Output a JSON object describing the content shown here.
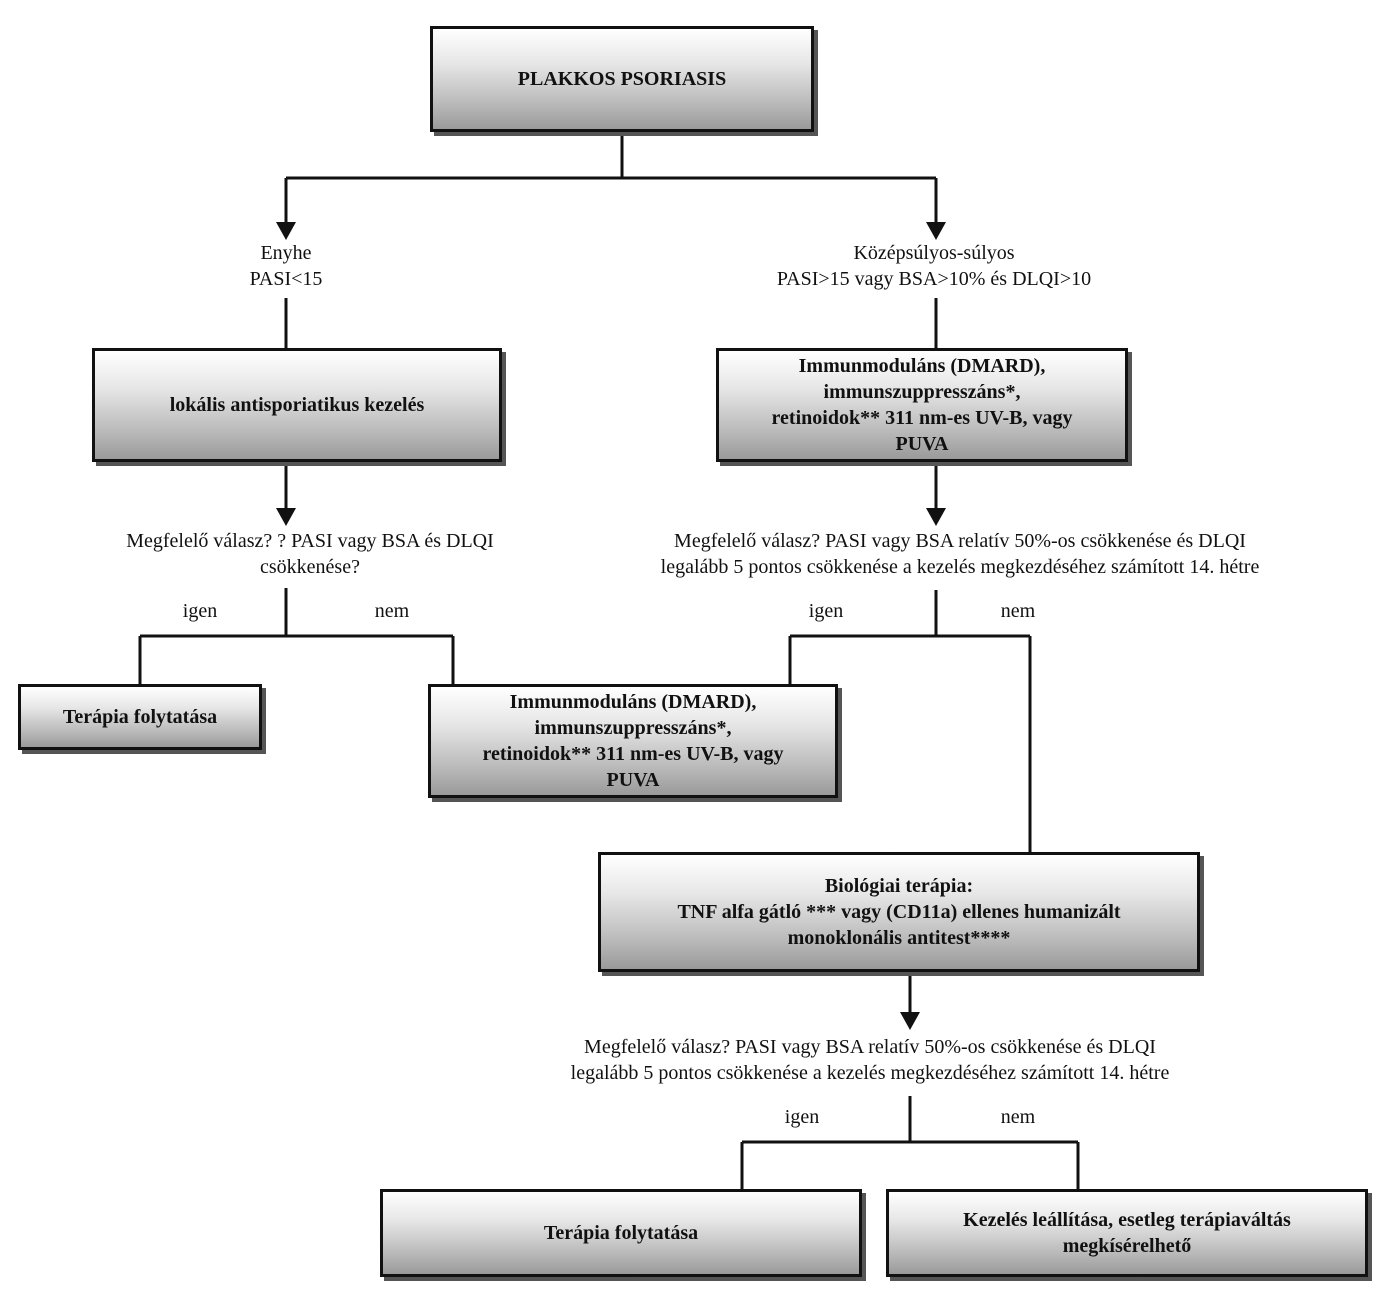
{
  "root": {
    "label": "PLAKKOS PSORIASIS"
  },
  "mild": {
    "title": "Enyhe",
    "criteria": "PASI<15"
  },
  "severe": {
    "title": "Középsúlyos-súlyos",
    "criteria": "PASI>15 vagy BSA>10% és DLQI>10"
  },
  "local_treatment": {
    "label": "lokális antisporiatikus kezelés"
  },
  "systemic_treatment": {
    "lines": [
      "Immunmoduláns (DMARD),",
      "immunszuppresszáns*,",
      "retinoidok** 311 nm-es UV-B, vagy",
      "PUVA"
    ]
  },
  "question_left": {
    "lines": [
      "Megfelelő válasz? ? PASI vagy BSA és DLQI",
      "csökkenése?"
    ]
  },
  "question_right": {
    "lines": [
      "Megfelelő válasz? PASI vagy BSA relatív 50%-os csökkenése és DLQI",
      "legalább 5 pontos csökkenése a kezelés megkezdéséhez számított 14. hétre"
    ]
  },
  "answers": {
    "yes": "igen",
    "no": "nem"
  },
  "continue_left": {
    "label": "Terápia folytatása"
  },
  "systemic_treatment_2": {
    "lines": [
      "Immunmoduláns (DMARD),",
      "immunszuppresszáns*,",
      "retinoidok** 311 nm-es UV-B, vagy",
      "PUVA"
    ]
  },
  "biological": {
    "lines": [
      "Biológiai terápia:",
      "TNF alfa gátló *** vagy (CD11a) ellenes humanizált",
      "monoklonális antitest****"
    ]
  },
  "question_bottom": {
    "lines": [
      "Megfelelő válasz? PASI vagy BSA relatív 50%-os csökkenése és DLQI",
      "legalább 5 pontos csökkenése a kezelés megkezdéséhez számított 14. hétre"
    ]
  },
  "continue_bottom": {
    "label": "Terápia folytatása"
  },
  "stop": {
    "lines": [
      "Kezelés leállítása, esetleg terápiaváltás",
      "megkísérelhető"
    ]
  }
}
